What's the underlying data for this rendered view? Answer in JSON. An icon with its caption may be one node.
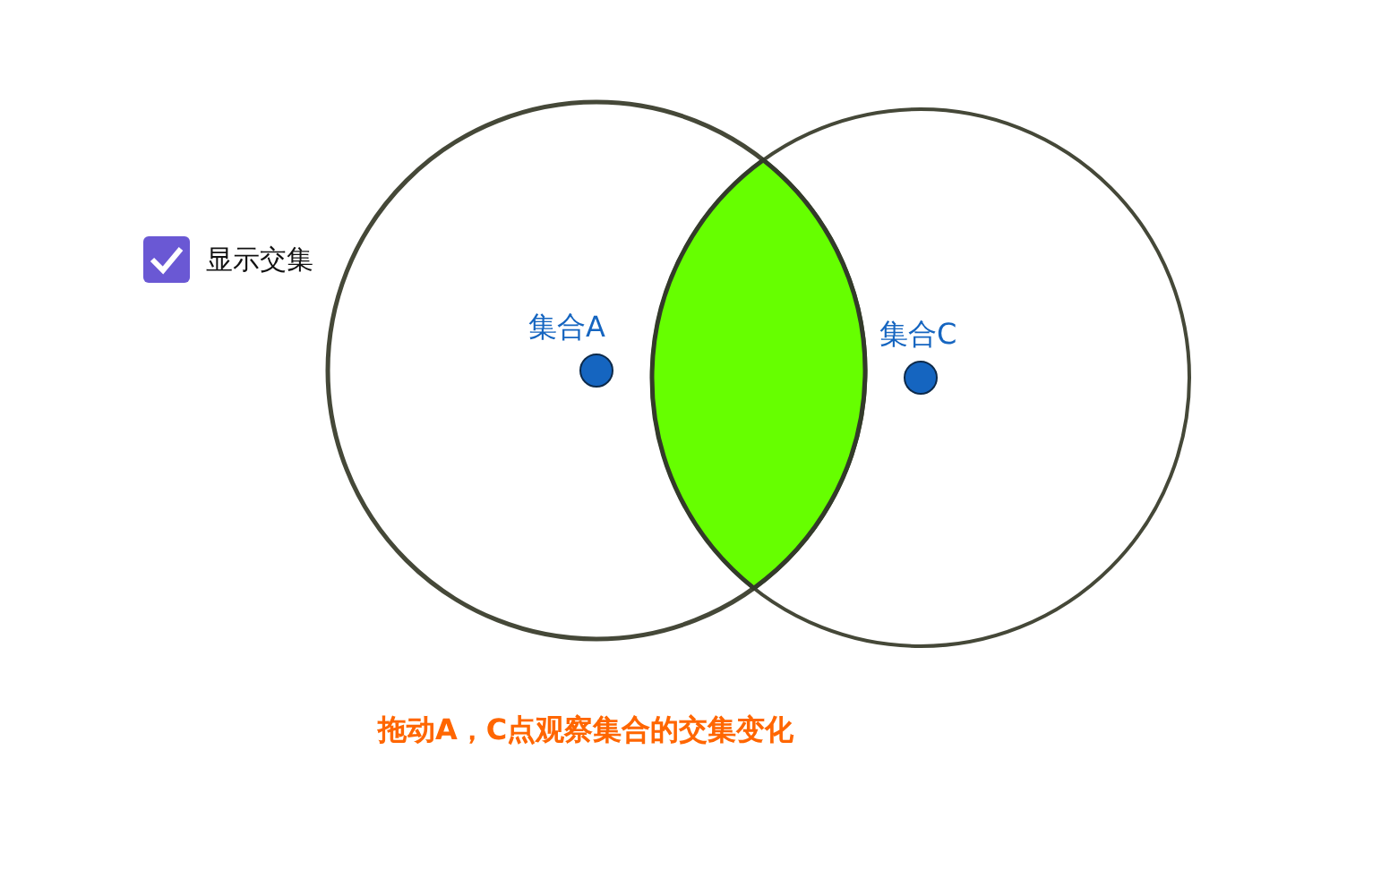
{
  "diagram": {
    "labels": [
      "显示交集",
      "集合A",
      "集合C",
      "拖动A，C点观察集合的交集变化"
    ]
  }
}
